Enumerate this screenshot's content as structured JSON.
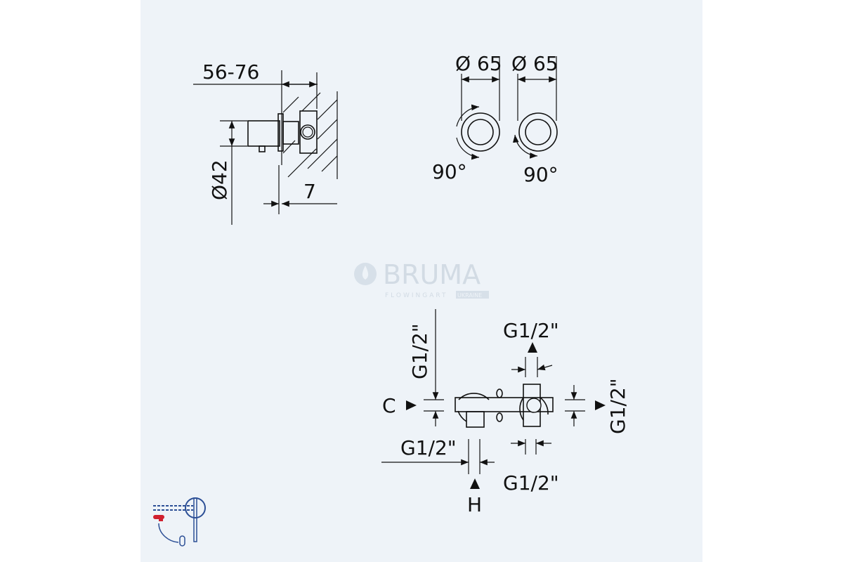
{
  "side_view": {
    "width_range": "56-76",
    "diameter": "Ø42",
    "depth": "7"
  },
  "front_view": {
    "handle_left": {
      "diameter": "Ø 65",
      "rotation": "90°"
    },
    "handle_right": {
      "diameter": "Ø 65",
      "rotation": "90°"
    }
  },
  "logo": {
    "brand": "BRUMA",
    "tagline": "FLOWINGART",
    "region": "UKRAINE"
  },
  "connections": {
    "cold_label": "C",
    "hot_label": "H",
    "cold_thread": "G1/2\"",
    "hot_thread": "G1/2\"",
    "top_outlet_thread": "G1/2\"",
    "bottom_outlet_thread": "G1/2\"",
    "right_outlet_thread": "G1/2\""
  },
  "colors": {
    "panel": "#eef3f8",
    "line": "#111111",
    "icon_blue": "#2c4f96",
    "icon_red": "#d0202e"
  }
}
